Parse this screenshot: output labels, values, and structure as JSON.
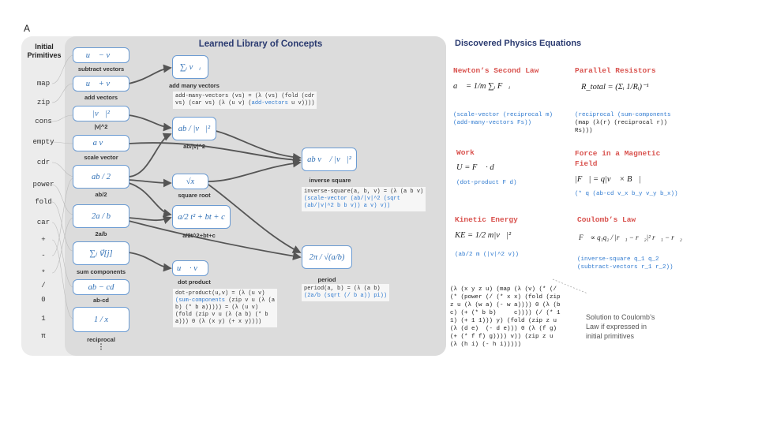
{
  "panel_label": "A",
  "primitives": {
    "title_line1": "Initial",
    "title_line2": "Primitives",
    "items": [
      "map",
      "zip",
      "cons",
      "empty",
      "cdr",
      "power",
      "fold",
      "car",
      "+",
      "-",
      "*",
      "/",
      "0",
      "1",
      "π"
    ]
  },
  "library": {
    "title": "Learned Library of Concepts",
    "col1": [
      {
        "formula": "u⃗ − v⃗",
        "caption": "subtract vectors"
      },
      {
        "formula": "u⃗ + v⃗",
        "caption": "add vectors"
      },
      {
        "formula": "|v⃗|²",
        "caption": "|v|^2"
      },
      {
        "formula": "a v⃗",
        "caption": "scale vector"
      },
      {
        "formula": "ab / 2",
        "caption": "ab/2"
      },
      {
        "formula": "2a / b",
        "caption": "2a/b"
      },
      {
        "formula": "∑ⱼ v⃗[j]",
        "caption": "sum components"
      },
      {
        "formula": "ab − cd",
        "caption": "ab-cd"
      },
      {
        "formula": "1 / x",
        "caption": "reciprocal"
      }
    ],
    "col1_more": "⋮",
    "col2": [
      {
        "formula": "∑ᵢ v⃗ᵢ",
        "caption": "add many vectors"
      },
      {
        "formula": "ab / |v⃗|²",
        "caption": "ab/|v|^2"
      },
      {
        "formula": "√x",
        "caption": "square root"
      },
      {
        "formula": "a/2 t² + bt + c",
        "caption": "a/2t^2+bt+c"
      },
      {
        "formula": "u⃗ · v⃗",
        "caption": "dot product"
      }
    ],
    "col3": [
      {
        "formula": "ab v⃗ / |v⃗|²",
        "caption": "inverse square"
      },
      {
        "formula": "2π / √(a/b)",
        "caption": "period"
      }
    ],
    "code_add_many_1": "add-many-vectors (vs) = (λ (vs) (fold (cdr",
    "code_add_many_2a": "vs) (car vs) (λ (u v) (",
    "code_add_many_2b": "add-vectors",
    "code_add_many_2c": " u v))))",
    "code_inv_1": "inverse-square(a, b, v) = (λ (a b v)",
    "code_inv_2": "(scale-vector (ab/|v|^2 (sqrt",
    "code_inv_3": "(ab/|v|^2 b b v)) a v) v))",
    "code_dot_1": "dot-product(u,v) = (λ (u v)",
    "code_dot_2a": "(sum-components",
    "code_dot_2b": " (zip v u (λ (a",
    "code_dot_3": "b) (* b a))))) = (λ (u v)",
    "code_dot_4": "(fold (zip v u (λ (a b) (* b",
    "code_dot_5": "a))) 0 (λ (x y) (+ x y))))",
    "code_period_1": "period(a, b) = (λ (a b)",
    "code_period_2": "(2a/b (sqrt (/ b a)) pi))"
  },
  "equations": {
    "title": "Discovered Physics Equations",
    "newton": {
      "name": "Newton’s Second Law",
      "formula": "a⃗ = 1/m ∑ᵢ F⃗ᵢ",
      "code1": "(scale-vector (reciprocal m)",
      "code2": "(add-many-vectors Fs))"
    },
    "parallel": {
      "name": "Parallel Resistors",
      "formula": "R_total = (Σᵢ 1/Rᵢ)⁻¹",
      "code1": "(reciprocal (sum-components",
      "code2": "(map (λ(r) (reciprocal r))",
      "code3": "Rs)))"
    },
    "work": {
      "name": "Work",
      "formula": "U = F⃗ · d⃗",
      "code1": "(dot-product F d)"
    },
    "magnetic": {
      "name_line1": "Force in a Magnetic",
      "name_line2": "Field",
      "formula": "|F⃗| = q|v⃗ × B⃗|",
      "code1": "(* q (ab-cd v_x b_y v_y b_x))"
    },
    "kinetic": {
      "name": "Kinetic Energy",
      "formula": "KE = 1/2 m|v⃗|²",
      "code1": "(ab/2 m (|v|^2 v))"
    },
    "coulomb": {
      "name": "Coulomb’s Law",
      "formula": "F⃗ ∝ q₁q₂ / |r⃗₁ − r⃗₂|²  r⃗₁ − r⃗₂",
      "code1": "(inverse-square q_1 q_2",
      "code2": "(subtract-vectors r_1 r_2))"
    }
  },
  "coulomb_primitive_solution": [
    "(λ (x y z u) (map (λ (v) (* (/",
    "(* (power (/ (* x x) (fold (zip",
    "z u (λ (w a) (- w a)))) 0 (λ (b",
    "c) (+ (* b b)     c)))) (/ (* 1",
    "1) (+ 1 1))) y) (fold (zip z u",
    "(λ (d e)  (- d e))) 0 (λ (f g)",
    "(+ (* f f) g)))) v)) (zip z u",
    "(λ (h i) (- h i)))))"
  ],
  "solution_note_line1": "Solution to Coulomb’s",
  "solution_note_line2": "Law if expressed in",
  "solution_note_line3": "initial primitives"
}
